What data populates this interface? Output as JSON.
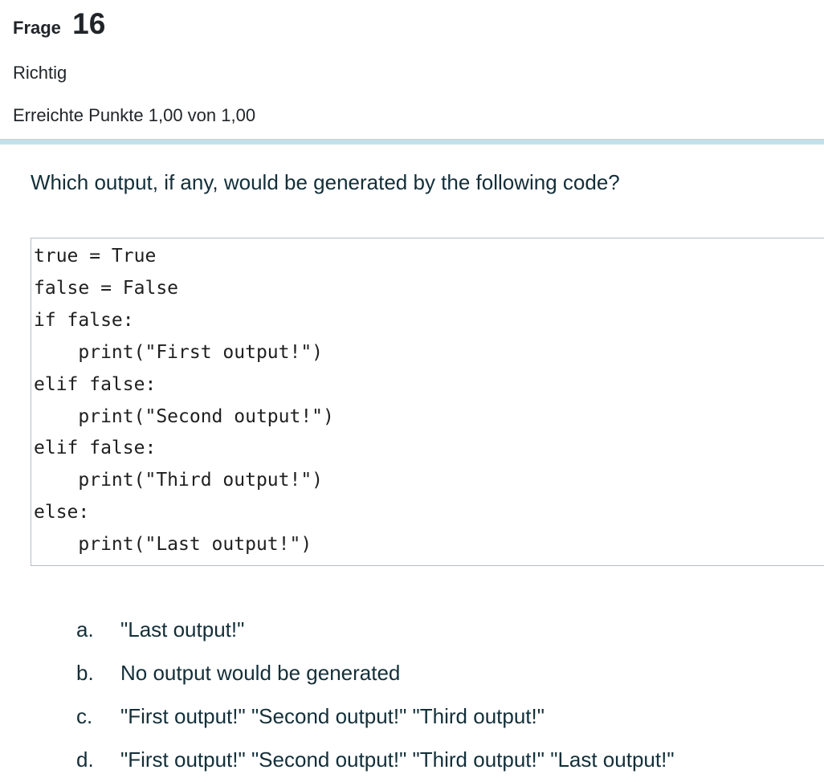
{
  "question_info": {
    "label": "Frage",
    "number": "16",
    "state": "Richtig",
    "grade": "Erreichte Punkte 1,00 von 1,00"
  },
  "question": {
    "text": "Which output, if any, would be generated by the following code?",
    "code_lines": [
      "true = True",
      "false = False",
      "if false:",
      "    print(\"First output!\")",
      "elif false:",
      "    print(\"Second output!\")",
      "elif false:",
      "    print(\"Third output!\")",
      "else:",
      "    print(\"Last output!\")"
    ]
  },
  "answers": {
    "options": [
      {
        "letter": "a.",
        "text": "\"Last output!\""
      },
      {
        "letter": "b.",
        "text": "No output would be generated"
      },
      {
        "letter": "c.",
        "text": "\"First output!\" \"Second output!\" \"Third output!\""
      },
      {
        "letter": "d.",
        "text": "\"First output!\" \"Second output!\" \"Third output!\" \"Last output!\""
      }
    ]
  },
  "colors": {
    "primary_text": "#132f39",
    "header_text": "#212529",
    "divider_blue": "#c2e1ea",
    "divider_gray": "#cdd0d3",
    "code_border": "#b6bcc3"
  }
}
